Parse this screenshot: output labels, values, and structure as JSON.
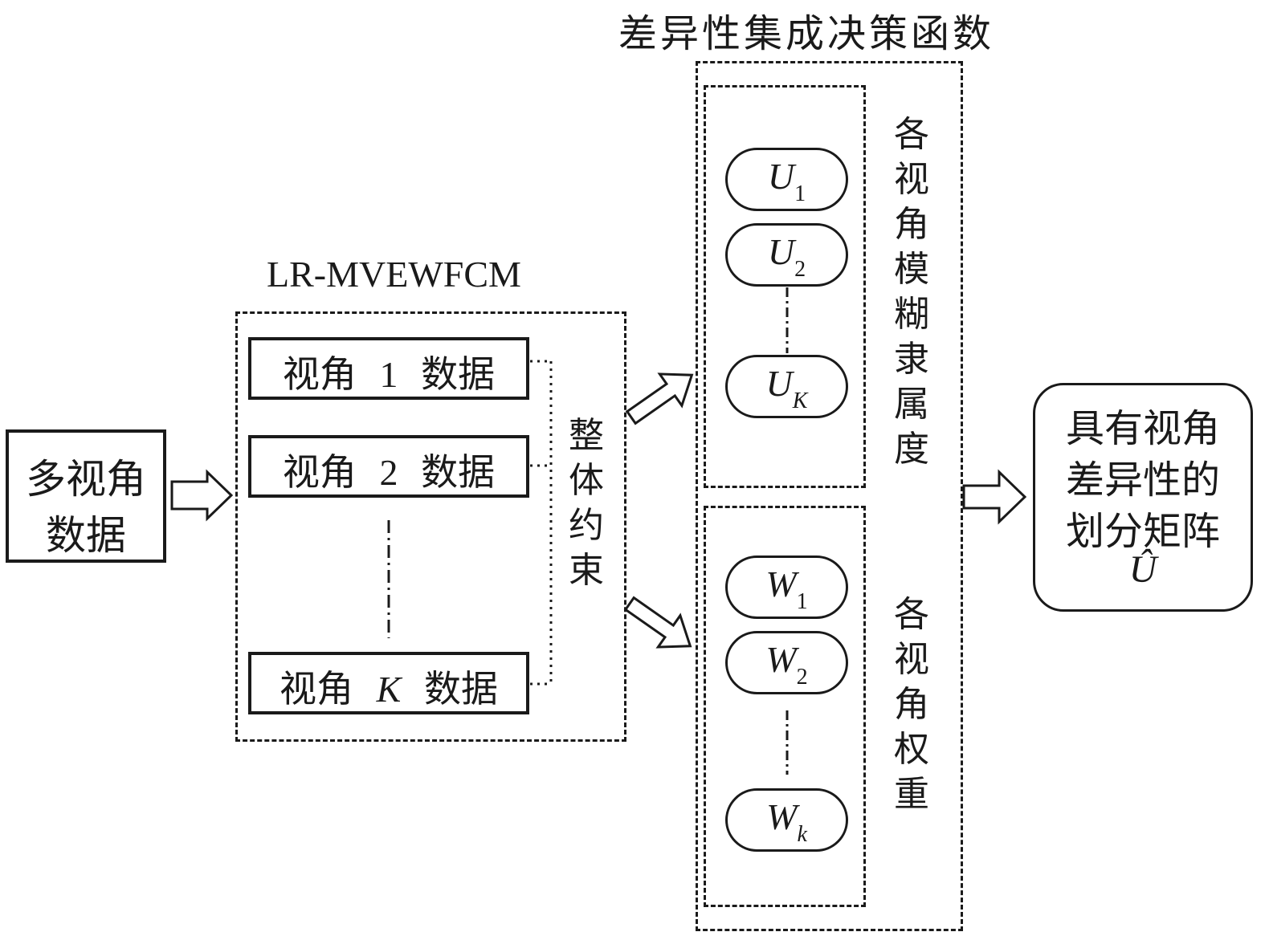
{
  "titles": {
    "ensemble": "差异性集成决策函数",
    "algorithm": "LR-MVEWFCM"
  },
  "input_box": {
    "line1": "多视角",
    "line2": "数据"
  },
  "views": [
    {
      "prefix": "视角",
      "index": "1",
      "suffix": "数据"
    },
    {
      "prefix": "视角",
      "index": "2",
      "suffix": "数据"
    },
    {
      "prefix": "视角",
      "index": "K",
      "suffix": "数据"
    }
  ],
  "constraint_label": [
    "整",
    "体",
    "约",
    "束"
  ],
  "membership_label": [
    "各",
    "视",
    "角",
    "模",
    "糊",
    "隶",
    "属",
    "度"
  ],
  "weight_label": [
    "各",
    "视",
    "角",
    "权",
    "重"
  ],
  "membership_items": [
    {
      "symbol": "U",
      "sub": "1"
    },
    {
      "symbol": "U",
      "sub": "2"
    },
    {
      "symbol": "U",
      "sub": "K"
    }
  ],
  "weight_items": [
    {
      "symbol": "W",
      "sub": "1"
    },
    {
      "symbol": "W",
      "sub": "2"
    },
    {
      "symbol": "W",
      "sub": "k"
    }
  ],
  "output_box": {
    "line1": "具有视角",
    "line2": "差异性的",
    "line3": "划分矩阵",
    "symbol": "Û"
  }
}
